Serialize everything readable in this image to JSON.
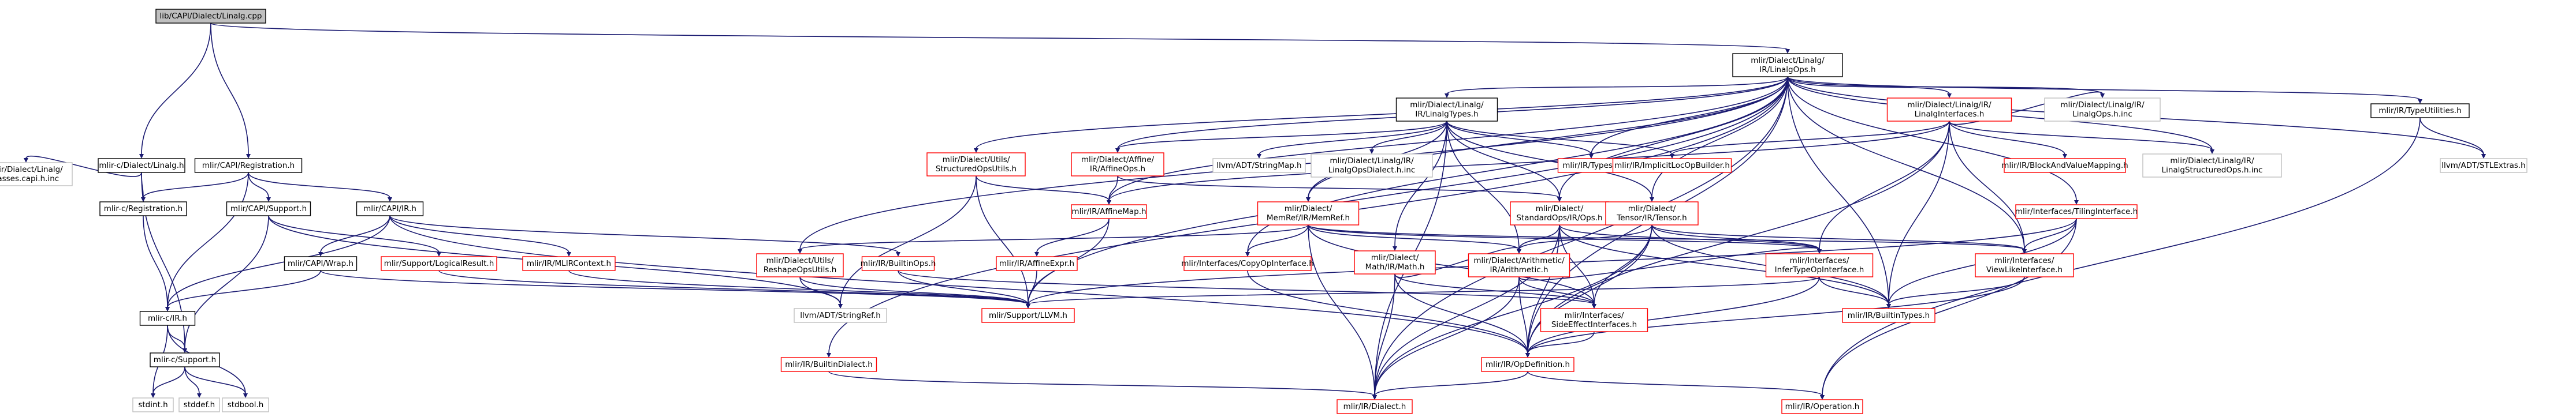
{
  "colors": {
    "edge": "#191970",
    "root_fill": "#bfbfbf",
    "root_border": "#000000",
    "internal_border": "#000000",
    "external_border": "#bfbfbf",
    "external_text": "#000000",
    "highlight_border": "#ff0000"
  },
  "nodes": [
    {
      "id": "root",
      "label": "lib/CAPI/Dialect/Linalg.cpp",
      "kind": "root"
    },
    {
      "id": "linalgops",
      "label": "mlir/Dialect/Linalg/IR/LinalgOps.h",
      "kind": "internal"
    },
    {
      "id": "clinalg",
      "label": "mlir-c/Dialect/Linalg.h",
      "kind": "internal"
    },
    {
      "id": "capireg",
      "label": "mlir/CAPI/Registration.h",
      "kind": "internal"
    },
    {
      "id": "passescapi",
      "label": "mlir/Dialect/Linalg/Passes.capi.h.inc",
      "kind": "external"
    },
    {
      "id": "creg",
      "label": "mlir-c/Registration.h",
      "kind": "internal"
    },
    {
      "id": "capisupport",
      "label": "mlir/CAPI/Support.h",
      "kind": "internal"
    },
    {
      "id": "capiir",
      "label": "mlir/CAPI/IR.h",
      "kind": "internal"
    },
    {
      "id": "capiwrap",
      "label": "mlir/CAPI/Wrap.h",
      "kind": "internal"
    },
    {
      "id": "logicalresult",
      "label": "mlir/Support/LogicalResult.h",
      "kind": "highlight"
    },
    {
      "id": "mlircontext",
      "label": "mlir/IR/MLIRContext.h",
      "kind": "highlight"
    },
    {
      "id": "cir",
      "label": "mlir-c/IR.h",
      "kind": "internal"
    },
    {
      "id": "csupport",
      "label": "mlir-c/Support.h",
      "kind": "internal"
    },
    {
      "id": "stdint",
      "label": "stdint.h",
      "kind": "external"
    },
    {
      "id": "stddef",
      "label": "stddef.h",
      "kind": "external"
    },
    {
      "id": "stdbool",
      "label": "stdbool.h",
      "kind": "external"
    },
    {
      "id": "builtindialect",
      "label": "mlir/IR/BuiltinDialect.h",
      "kind": "highlight"
    },
    {
      "id": "structuredopsutils",
      "label": "mlir/Dialect/Utils/StructuredOpsUtils.h",
      "kind": "highlight"
    },
    {
      "id": "reshapeopsutils",
      "label": "mlir/Dialect/Utils/ReshapeOpsUtils.h",
      "kind": "highlight"
    },
    {
      "id": "builtinops",
      "label": "mlir/IR/BuiltinOps.h",
      "kind": "highlight"
    },
    {
      "id": "affineexpr",
      "label": "mlir/IR/AffineExpr.h",
      "kind": "highlight"
    },
    {
      "id": "affinemap",
      "label": "mlir/IR/AffineMap.h",
      "kind": "highlight"
    },
    {
      "id": "affineops",
      "label": "mlir/Dialect/Affine/IR/AffineOps.h",
      "kind": "highlight"
    },
    {
      "id": "stringref",
      "label": "llvm/ADT/StringRef.h",
      "kind": "external"
    },
    {
      "id": "supportllvm",
      "label": "mlir/Support/LLVM.h",
      "kind": "highlight"
    },
    {
      "id": "linalgtypes",
      "label": "mlir/Dialect/Linalg/IR/LinalgTypes.h",
      "kind": "internal"
    },
    {
      "id": "stringmap",
      "label": "llvm/ADT/StringMap.h",
      "kind": "external"
    },
    {
      "id": "linalgopsdialect",
      "label": "mlir/Dialect/Linalg/IR/LinalgOpsDialect.h.inc",
      "kind": "external"
    },
    {
      "id": "memref",
      "label": "mlir/Dialect/MemRef/IR/MemRef.h",
      "kind": "highlight"
    },
    {
      "id": "copyopinterface",
      "label": "mlir/Interfaces/CopyOpInterface.h",
      "kind": "highlight"
    },
    {
      "id": "mathir",
      "label": "mlir/Dialect/Math/IR/Math.h",
      "kind": "highlight"
    },
    {
      "id": "irtypes",
      "label": "mlir/IR/Types.h",
      "kind": "highlight"
    },
    {
      "id": "implicitloc",
      "label": "mlir/IR/ImplicitLocOpBuilder.h",
      "kind": "highlight"
    },
    {
      "id": "standardops",
      "label": "mlir/Dialect/StandardOps/IR/Ops.h",
      "kind": "highlight"
    },
    {
      "id": "arithmetic",
      "label": "mlir/Dialect/Arithmetic/IR/Arithmetic.h",
      "kind": "highlight"
    },
    {
      "id": "sideeffect",
      "label": "mlir/Interfaces/SideEffectInterfaces.h",
      "kind": "highlight"
    },
    {
      "id": "opdefinition",
      "label": "mlir/IR/OpDefinition.h",
      "kind": "highlight"
    },
    {
      "id": "dialect",
      "label": "mlir/IR/Dialect.h",
      "kind": "highlight"
    },
    {
      "id": "operation",
      "label": "mlir/IR/Operation.h",
      "kind": "highlight"
    },
    {
      "id": "linalginterfaces",
      "label": "mlir/Dialect/Linalg/IR/LinalgInterfaces.h",
      "kind": "highlight"
    },
    {
      "id": "blockandvalue",
      "label": "mlir/IR/BlockAndValueMapping.h",
      "kind": "highlight"
    },
    {
      "id": "tensor",
      "label": "mlir/Dialect/Tensor/IR/Tensor.h",
      "kind": "highlight"
    },
    {
      "id": "infertype",
      "label": "mlir/Interfaces/InferTypeOpInterface.h",
      "kind": "highlight"
    },
    {
      "id": "viewlike",
      "label": "mlir/Interfaces/ViewLikeInterface.h",
      "kind": "highlight"
    },
    {
      "id": "builtintypes",
      "label": "mlir/IR/BuiltinTypes.h",
      "kind": "highlight"
    },
    {
      "id": "linalgopsinc",
      "label": "mlir/Dialect/Linalg/IR/LinalgOps.h.inc",
      "kind": "external"
    },
    {
      "id": "linalgstructuredinc",
      "label": "mlir/Dialect/Linalg/IR/LinalgStructuredOps.h.inc",
      "kind": "external"
    },
    {
      "id": "typeutilities",
      "label": "mlir/IR/TypeUtilities.h",
      "kind": "internal"
    },
    {
      "id": "tilinginterface",
      "label": "mlir/Interfaces/TilingInterface.h",
      "kind": "highlight"
    },
    {
      "id": "stlextras",
      "label": "llvm/ADT/STLExtras.h",
      "kind": "external"
    }
  ],
  "edges": [
    [
      "root",
      "linalgops"
    ],
    [
      "root",
      "clinalg"
    ],
    [
      "root",
      "capireg"
    ],
    [
      "clinalg",
      "passescapi"
    ],
    [
      "clinalg",
      "creg"
    ],
    [
      "clinalg",
      "csupport"
    ],
    [
      "capireg",
      "creg"
    ],
    [
      "capireg",
      "capisupport"
    ],
    [
      "capireg",
      "capiir"
    ],
    [
      "capireg",
      "cir"
    ],
    [
      "creg",
      "cir"
    ],
    [
      "capisupport",
      "logicalresult"
    ],
    [
      "capisupport",
      "csupport"
    ],
    [
      "capisupport",
      "stringref"
    ],
    [
      "capiir",
      "capiwrap"
    ],
    [
      "capiir",
      "mlircontext"
    ],
    [
      "capiir",
      "builtinops"
    ],
    [
      "capiir",
      "cir"
    ],
    [
      "capiir",
      "opdefinition"
    ],
    [
      "capiwrap",
      "cir"
    ],
    [
      "capiwrap",
      "supportllvm"
    ],
    [
      "logicalresult",
      "supportllvm"
    ],
    [
      "mlircontext",
      "supportllvm"
    ],
    [
      "cir",
      "csupport"
    ],
    [
      "cir",
      "stdint"
    ],
    [
      "cir",
      "stdbool"
    ],
    [
      "csupport",
      "stdint"
    ],
    [
      "csupport",
      "stddef"
    ],
    [
      "csupport",
      "stdbool"
    ],
    [
      "builtindialect",
      "dialect"
    ],
    [
      "builtinops",
      "sideeffect"
    ],
    [
      "builtinops",
      "supportllvm"
    ],
    [
      "reshapeopsutils",
      "stringref"
    ],
    [
      "reshapeopsutils",
      "supportllvm"
    ],
    [
      "structuredopsutils",
      "affinemap"
    ],
    [
      "structuredopsutils",
      "supportllvm"
    ],
    [
      "structuredopsutils",
      "stringref"
    ],
    [
      "affinemap",
      "affineexpr"
    ],
    [
      "affinemap",
      "supportllvm"
    ],
    [
      "affineexpr",
      "supportllvm"
    ],
    [
      "affineops",
      "affinemap"
    ],
    [
      "affineops",
      "standardops"
    ],
    [
      "linalgops",
      "linalgtypes"
    ],
    [
      "linalgops",
      "linalginterfaces"
    ],
    [
      "linalgops",
      "linalgopsinc"
    ],
    [
      "linalgops",
      "linalgstructuredinc"
    ],
    [
      "linalgops",
      "typeutilities"
    ],
    [
      "linalgops",
      "stlextras"
    ],
    [
      "linalgops",
      "structuredopsutils"
    ],
    [
      "linalgops",
      "reshapeopsutils"
    ],
    [
      "linalgops",
      "affineops"
    ],
    [
      "linalgops",
      "affinemap"
    ],
    [
      "linalgops",
      "builtindialect"
    ],
    [
      "linalgops",
      "tilinginterface"
    ],
    [
      "linalgops",
      "supportllvm"
    ],
    [
      "linalgops",
      "irtypes"
    ],
    [
      "linalgops",
      "builtintypes"
    ],
    [
      "linalgops",
      "opdefinition"
    ],
    [
      "linalgops",
      "copyopinterface"
    ],
    [
      "linalgops",
      "memref"
    ],
    [
      "linalgops",
      "standardops"
    ],
    [
      "linalgops",
      "tensor"
    ],
    [
      "linalgops",
      "viewlike"
    ],
    [
      "linalgops",
      "dialect"
    ],
    [
      "linalgtypes",
      "affineops"
    ],
    [
      "linalgtypes",
      "stringmap"
    ],
    [
      "linalgtypes",
      "linalgopsdialect"
    ],
    [
      "linalgtypes",
      "memref"
    ],
    [
      "linalgtypes",
      "mathir"
    ],
    [
      "linalgtypes",
      "irtypes"
    ],
    [
      "linalgtypes",
      "implicitloc"
    ],
    [
      "linalgtypes",
      "standardops"
    ],
    [
      "linalgtypes",
      "arithmetic"
    ],
    [
      "linalgtypes",
      "tensor"
    ],
    [
      "linalgtypes",
      "dialect"
    ],
    [
      "memref",
      "reshapeopsutils"
    ],
    [
      "memref",
      "copyopinterface"
    ],
    [
      "memref",
      "arithmetic"
    ],
    [
      "memref",
      "sideeffect"
    ],
    [
      "memref",
      "infertype"
    ],
    [
      "memref",
      "viewlike"
    ],
    [
      "memref",
      "dialect"
    ],
    [
      "copyopinterface",
      "opdefinition"
    ],
    [
      "mathir",
      "arithmetic"
    ],
    [
      "mathir",
      "sideeffect"
    ],
    [
      "mathir",
      "opdefinition"
    ],
    [
      "mathir",
      "dialect"
    ],
    [
      "standardops",
      "arithmetic"
    ],
    [
      "standardops",
      "sideeffect"
    ],
    [
      "standardops",
      "infertype"
    ],
    [
      "standardops",
      "builtintypes"
    ],
    [
      "standardops",
      "opdefinition"
    ],
    [
      "standardops",
      "dialect"
    ],
    [
      "arithmetic",
      "sideeffect"
    ],
    [
      "arithmetic",
      "infertype"
    ],
    [
      "arithmetic",
      "opdefinition"
    ],
    [
      "arithmetic",
      "dialect"
    ],
    [
      "sideeffect",
      "opdefinition"
    ],
    [
      "opdefinition",
      "operation"
    ],
    [
      "opdefinition",
      "dialect"
    ],
    [
      "linalginterfaces",
      "implicitloc"
    ],
    [
      "linalginterfaces",
      "blockandvalue"
    ],
    [
      "linalginterfaces",
      "affinemap"
    ],
    [
      "linalginterfaces",
      "builtintypes"
    ],
    [
      "linalginterfaces",
      "infertype"
    ],
    [
      "linalginterfaces",
      "viewlike"
    ],
    [
      "linalginterfaces",
      "opdefinition"
    ],
    [
      "linalginterfaces",
      "linalgopsinc"
    ],
    [
      "linalginterfaces",
      "linalgstructuredinc"
    ],
    [
      "tensor",
      "infertype"
    ],
    [
      "tensor",
      "viewlike"
    ],
    [
      "tensor",
      "sideeffect"
    ],
    [
      "tensor",
      "builtintypes"
    ],
    [
      "tensor",
      "opdefinition"
    ],
    [
      "tensor",
      "dialect"
    ],
    [
      "tensor",
      "arithmetic"
    ],
    [
      "infertype",
      "builtintypes"
    ],
    [
      "infertype",
      "opdefinition"
    ],
    [
      "infertype",
      "supportllvm"
    ],
    [
      "viewlike",
      "builtintypes"
    ],
    [
      "viewlike",
      "opdefinition"
    ],
    [
      "typeutilities",
      "stlextras"
    ],
    [
      "typeutilities",
      "operation"
    ],
    [
      "tilinginterface",
      "viewlike"
    ],
    [
      "tilinginterface",
      "operation"
    ],
    [
      "tilinginterface",
      "builtintypes"
    ],
    [
      "tilinginterface",
      "supportllvm"
    ]
  ]
}
